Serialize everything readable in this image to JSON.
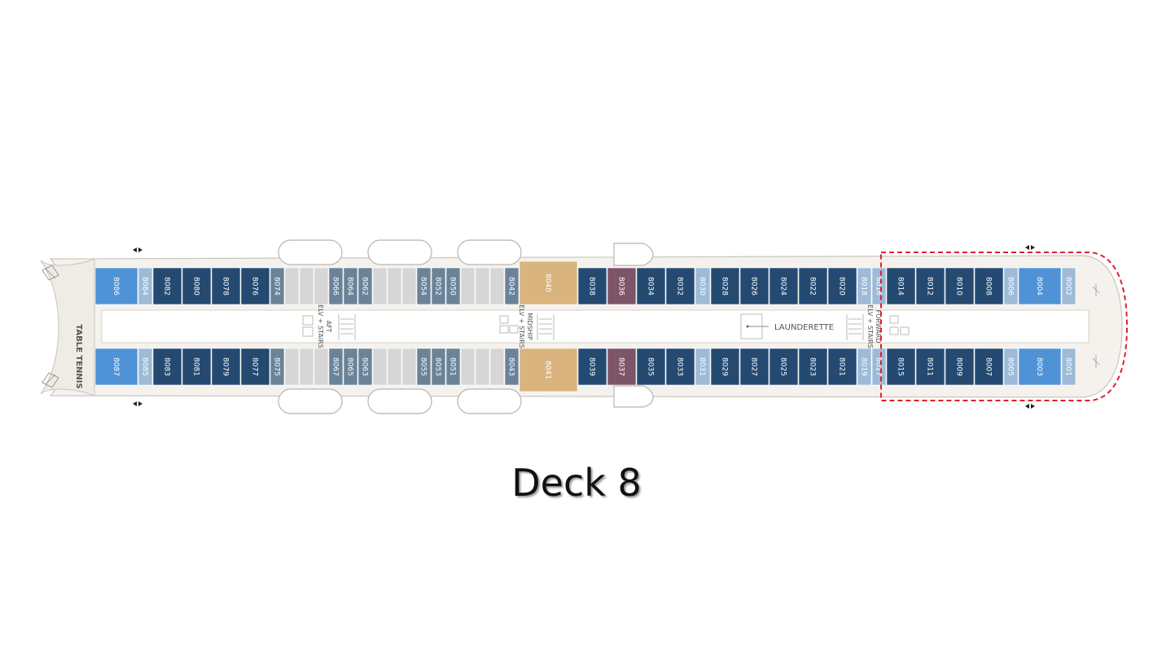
{
  "deck": {
    "title": "Deck 8",
    "labels": {
      "table_tennis": "TABLE TENNIS",
      "launderette": "LAUNDERETTE",
      "aft_stairs_1": "AFT",
      "aft_stairs_2": "ELV + STAIRS",
      "mid_stairs_1": "MIDSHIP",
      "mid_stairs_2": "ELV + STAIRS",
      "fwd_stairs_1": "FORWARD",
      "fwd_stairs_2": "ELV + STAIRS"
    }
  },
  "colors": {
    "navy": "#244a72",
    "blue_bright": "#4f92d6",
    "blue_light": "#9dbbd8",
    "slate": "#6a8399",
    "grey_cell": "#d6d6d6",
    "gold": "#d9b47e",
    "plum": "#7e5468",
    "hull": "#f5f2ee",
    "corridor": "#ffffff",
    "highlight": "#e0202a"
  },
  "cabins": {
    "top": [
      {
        "n": "8086",
        "c": "blue_bright"
      },
      {
        "n": "8084",
        "c": "blue_light"
      },
      {
        "n": "8082",
        "c": "navy"
      },
      {
        "n": "8080",
        "c": "navy"
      },
      {
        "n": "8078",
        "c": "navy"
      },
      {
        "n": "8076",
        "c": "navy"
      },
      {
        "n": "8074",
        "c": "slate"
      },
      {
        "n": "",
        "c": "grey_cell"
      },
      {
        "n": "",
        "c": "grey_cell"
      },
      {
        "n": "",
        "c": "grey_cell"
      },
      {
        "n": "8066",
        "c": "slate"
      },
      {
        "n": "8064",
        "c": "slate"
      },
      {
        "n": "8062",
        "c": "slate"
      },
      {
        "n": "",
        "c": "grey_cell"
      },
      {
        "n": "",
        "c": "grey_cell"
      },
      {
        "n": "",
        "c": "grey_cell"
      },
      {
        "n": "8054",
        "c": "slate"
      },
      {
        "n": "8052",
        "c": "slate"
      },
      {
        "n": "8050",
        "c": "slate"
      },
      {
        "n": "",
        "c": "grey_cell"
      },
      {
        "n": "",
        "c": "grey_cell"
      },
      {
        "n": "",
        "c": "grey_cell"
      },
      {
        "n": "8042",
        "c": "slate"
      },
      {
        "n": "8040",
        "c": "gold"
      },
      {
        "n": "8038",
        "c": "navy"
      },
      {
        "n": "8036",
        "c": "plum"
      },
      {
        "n": "8034",
        "c": "navy"
      },
      {
        "n": "8032",
        "c": "navy"
      },
      {
        "n": "8030",
        "c": "blue_light"
      },
      {
        "n": "8028",
        "c": "navy"
      },
      {
        "n": "8026",
        "c": "navy"
      },
      {
        "n": "8024",
        "c": "navy"
      },
      {
        "n": "8022",
        "c": "navy"
      },
      {
        "n": "8020",
        "c": "navy"
      },
      {
        "n": "8018",
        "c": "blue_light"
      },
      {
        "n": "8016",
        "c": "blue_light"
      },
      {
        "n": "8014",
        "c": "navy"
      },
      {
        "n": "8012",
        "c": "navy"
      },
      {
        "n": "8010",
        "c": "navy"
      },
      {
        "n": "8008",
        "c": "navy"
      },
      {
        "n": "8006",
        "c": "blue_light"
      },
      {
        "n": "8004",
        "c": "blue_bright"
      },
      {
        "n": "8002",
        "c": "blue_light"
      }
    ],
    "bottom": [
      {
        "n": "8087",
        "c": "blue_bright"
      },
      {
        "n": "8085",
        "c": "blue_light"
      },
      {
        "n": "8083",
        "c": "navy"
      },
      {
        "n": "8081",
        "c": "navy"
      },
      {
        "n": "8079",
        "c": "navy"
      },
      {
        "n": "8077",
        "c": "navy"
      },
      {
        "n": "8075",
        "c": "slate"
      },
      {
        "n": "",
        "c": "grey_cell"
      },
      {
        "n": "",
        "c": "grey_cell"
      },
      {
        "n": "",
        "c": "grey_cell"
      },
      {
        "n": "8067",
        "c": "slate"
      },
      {
        "n": "8065",
        "c": "slate"
      },
      {
        "n": "8063",
        "c": "slate"
      },
      {
        "n": "",
        "c": "grey_cell"
      },
      {
        "n": "",
        "c": "grey_cell"
      },
      {
        "n": "",
        "c": "grey_cell"
      },
      {
        "n": "8055",
        "c": "slate"
      },
      {
        "n": "8053",
        "c": "slate"
      },
      {
        "n": "8051",
        "c": "slate"
      },
      {
        "n": "",
        "c": "grey_cell"
      },
      {
        "n": "",
        "c": "grey_cell"
      },
      {
        "n": "",
        "c": "grey_cell"
      },
      {
        "n": "8043",
        "c": "slate"
      },
      {
        "n": "8041",
        "c": "gold"
      },
      {
        "n": "8039",
        "c": "navy"
      },
      {
        "n": "8037",
        "c": "plum"
      },
      {
        "n": "8035",
        "c": "navy"
      },
      {
        "n": "8033",
        "c": "navy"
      },
      {
        "n": "8031",
        "c": "blue_light"
      },
      {
        "n": "8029",
        "c": "navy"
      },
      {
        "n": "8027",
        "c": "navy"
      },
      {
        "n": "8025",
        "c": "navy"
      },
      {
        "n": "8023",
        "c": "navy"
      },
      {
        "n": "8021",
        "c": "navy"
      },
      {
        "n": "8019",
        "c": "blue_light"
      },
      {
        "n": "8017",
        "c": "blue_light"
      },
      {
        "n": "8015",
        "c": "navy"
      },
      {
        "n": "8011",
        "c": "navy"
      },
      {
        "n": "8009",
        "c": "navy"
      },
      {
        "n": "8007",
        "c": "navy"
      },
      {
        "n": "8005",
        "c": "blue_light"
      },
      {
        "n": "8003",
        "c": "blue_bright"
      },
      {
        "n": "8001",
        "c": "blue_light"
      }
    ]
  }
}
